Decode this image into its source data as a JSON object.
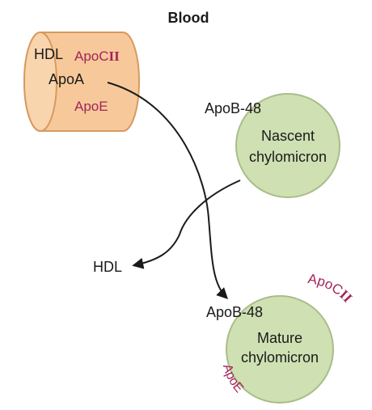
{
  "title": "Blood",
  "hdl_particle": {
    "name": "HDL",
    "apoa": "ApoA",
    "apoc_prefix": "ApoC",
    "apoc_numeral": "II",
    "apoe": "ApoE"
  },
  "nascent": {
    "apob": "ApoB-48",
    "line1": "Nascent",
    "line2": "chylomicron"
  },
  "hdl_returned": "HDL",
  "mature": {
    "apob": "ApoB-48",
    "line1": "Mature",
    "line2": "chylomicron",
    "apoc_prefix": "ApoC",
    "apoc_numeral": "II",
    "apoe": "ApoE"
  },
  "colors": {
    "hdl_fill": "#f7c99a",
    "hdl_stroke": "#d79a5f",
    "chylo_fill": "#cfe0b3",
    "chylo_stroke": "#a9bd8a",
    "apo_label": "#a3245a",
    "arrow": "#1a1a1a"
  }
}
